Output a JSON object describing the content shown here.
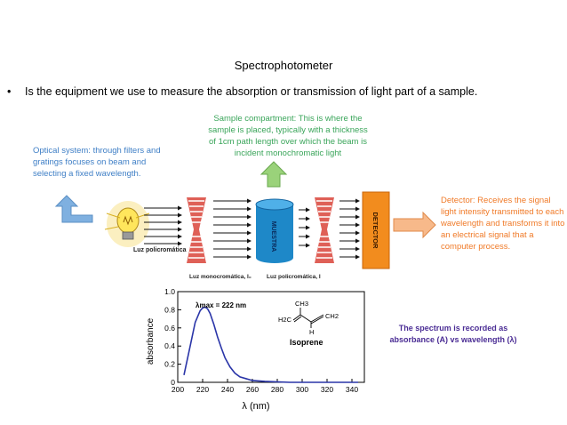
{
  "title": "Spectrophotometer",
  "bullet": {
    "symbol": "•",
    "text": "Is the equipment we use to measure the absorption or transmission of light part of a sample."
  },
  "notes": {
    "sample_compartment": "Sample compartment: This is where the sample is placed, typically with a thickness of 1cm path length over which the beam is incident monochromatic light",
    "optical_system": "Optical system: through filters and gratings focuses on beam and selecting a fixed wavelength.",
    "detector": "Detector: Receives the signal light intensity transmitted to each wavelength and transforms it into an electrical signal that a computer process.",
    "spectrum": "The spectrum is recorded as absorbance (A) vs wavelength (λ)"
  },
  "diagram": {
    "lamp_label": "Luz policromática",
    "mono_label": "Luz monocromática, I₀",
    "poly_label": "Luz policromática, I",
    "sample_label": "MUESTRA",
    "detector_label": "DETECTOR",
    "colors": {
      "green_arrow": "#9ad27a",
      "blue_arrow": "#7fb0e0",
      "orange_arrow": "#f7b98a",
      "sample": "#1e88c8",
      "detector": "#f28c1e",
      "prism": "#d9443a"
    }
  },
  "chart_data": {
    "type": "line",
    "xlabel": "λ (nm)",
    "ylabel": "absorbance",
    "xlim": [
      200,
      350
    ],
    "ylim": [
      0,
      1.0
    ],
    "xticks": [
      "200",
      "220",
      "240",
      "260",
      "280",
      "300",
      "320",
      "340"
    ],
    "yticks": [
      "0",
      "0.2",
      "0.4",
      "0.6",
      "0.8",
      "1.0"
    ],
    "annotation": "λmax = 222 nm",
    "molecule": {
      "name": "Isoprene",
      "top": "CH3",
      "left": "H2C",
      "right": "CH2",
      "h": "H"
    },
    "series": [
      {
        "x": [
          205,
          210,
          214,
          218,
          220,
          222,
          224,
          226,
          229,
          232,
          235,
          238,
          242,
          246,
          250,
          255,
          260,
          270,
          290,
          320,
          345
        ],
        "y": [
          0.08,
          0.4,
          0.66,
          0.79,
          0.82,
          0.83,
          0.81,
          0.76,
          0.64,
          0.5,
          0.38,
          0.27,
          0.17,
          0.1,
          0.06,
          0.04,
          0.02,
          0.01,
          0.0,
          0.0,
          0.0
        ]
      }
    ]
  }
}
